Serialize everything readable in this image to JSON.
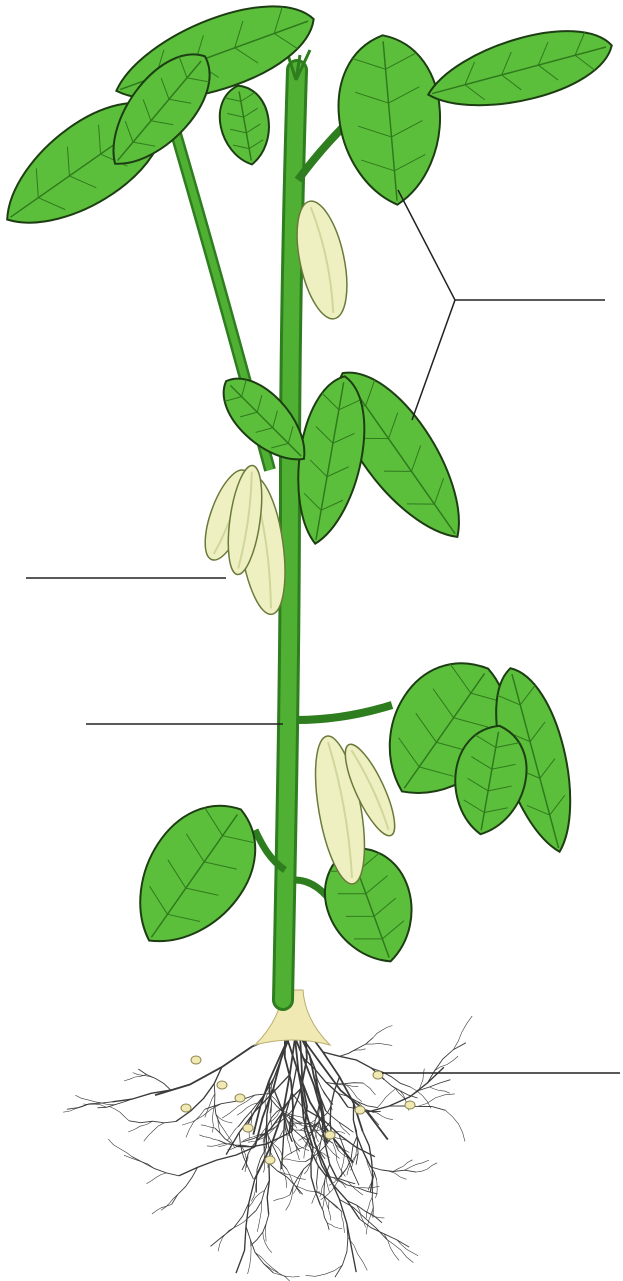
{
  "diagram": {
    "subject": "plant-anatomy-labeling",
    "colors": {
      "leaf": "#5cbf3c",
      "leaf_dark": "#3a8f24",
      "vein": "#2f7a1c",
      "stem": "#4fb033",
      "stem_dark": "#2e7d1e",
      "pod": "#eef0c2",
      "pod_shadow": "#cfd79a",
      "root": "#3a3a3a",
      "root_base": "#f1e9b4",
      "outline": "#1d3d12",
      "label_line": "#222222"
    },
    "labels": [
      {
        "id": "leaves",
        "text": ""
      },
      {
        "id": "pods",
        "text": ""
      },
      {
        "id": "stem",
        "text": ""
      },
      {
        "id": "roots",
        "text": ""
      }
    ]
  }
}
